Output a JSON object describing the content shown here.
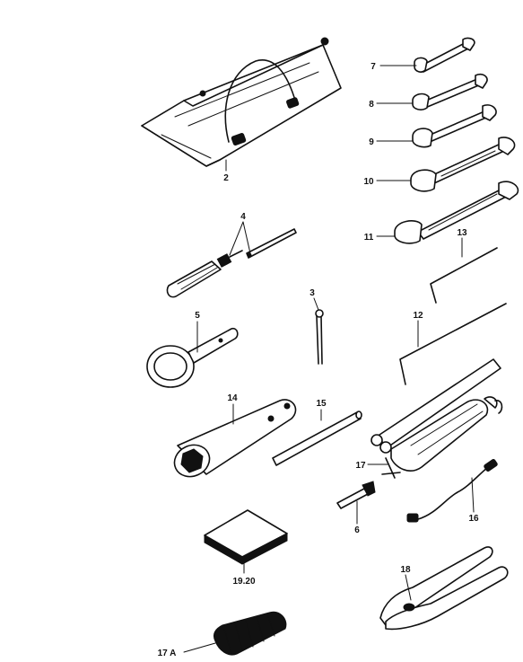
{
  "callouts": {
    "p1": "2",
    "p2": "4",
    "p3": "3",
    "p4": "5",
    "p5": "14",
    "p6": "15",
    "p7": "19.20",
    "p8": "17 A",
    "p9": "7",
    "p10": "8",
    "p11": "9",
    "p12": "10",
    "p13": "11",
    "p14": "13",
    "p15": "12",
    "p16": "17",
    "p17": "6",
    "p18": "16",
    "p19": "18"
  }
}
